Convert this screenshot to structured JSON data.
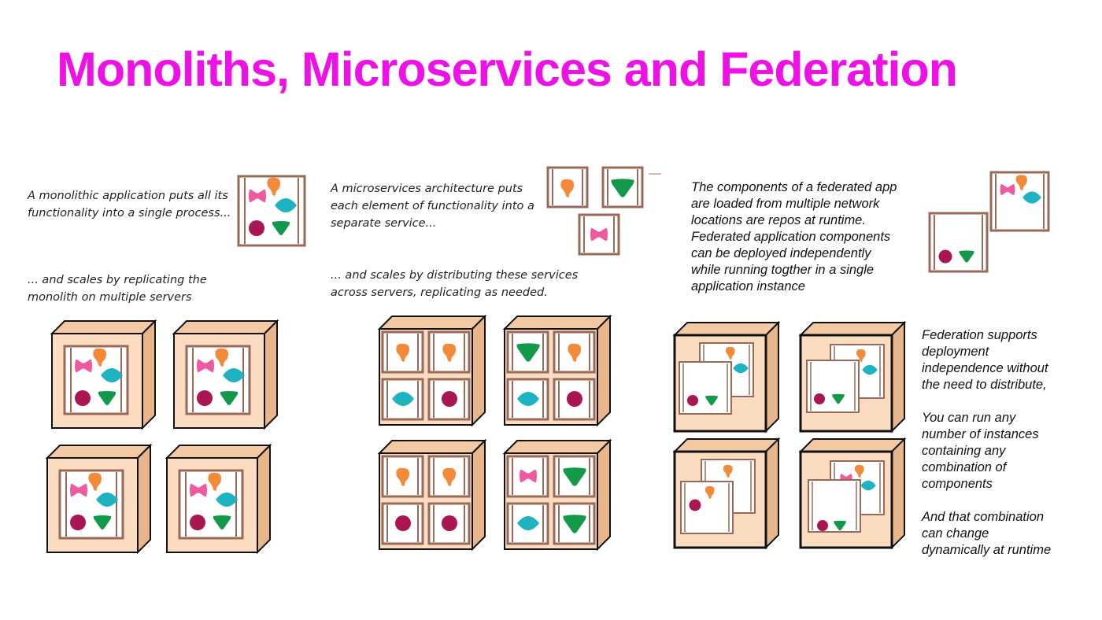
{
  "colors": {
    "title": "#ee11e6",
    "server_face": "#fcdcc0",
    "server_outline": "#111111",
    "process_frame": "#9a6a58",
    "shape_pink": "#ef5a9e",
    "shape_orange": "#f28a3a",
    "shape_teal": "#1fb3c1",
    "shape_maroon": "#aa1651",
    "shape_green": "#129a4a"
  },
  "icons": [
    "pink-bowtie-icon",
    "orange-blob-icon",
    "teal-diamond-icon",
    "maroon-circle-icon",
    "green-triangle-icon"
  ],
  "title": "Monoliths, Microservices and Federation",
  "monolith": {
    "intro": "A monolithic application puts all its\nfunctionality into a single process...",
    "scaling": "... and scales by replicating the\nmonolith on multiple servers"
  },
  "microservices": {
    "intro": "A microservices architecture puts\neach element of functionality into a\nseparate service...",
    "scaling": "... and scales by distributing these services\nacross servers, replicating as needed."
  },
  "federation": {
    "intro": "The components of a federated app\nare loaded from multiple network\nlocations are repos at runtime.\nFederated application components\ncan be deployed independently\nwhile running togther in a single\napplication instance",
    "support": "Federation supports\ndeployment\nindependence without\nthe need to distribute,\n\nYou can run any\nnumber of  instances\ncontaining any\ncombination of\ncomponents\n\nAnd that combination\ncan change\ndynamically at runtime"
  }
}
